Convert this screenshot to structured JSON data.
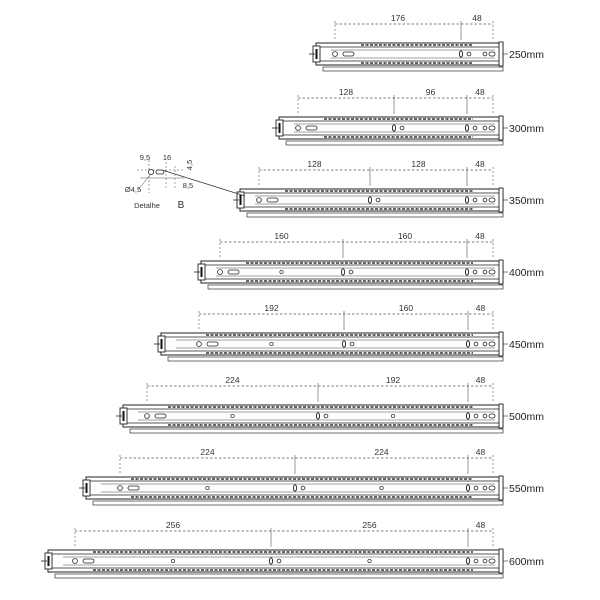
{
  "detail": {
    "label": "Detalhe",
    "letter": "B",
    "dims": [
      "9,5",
      "16",
      "4,5",
      "8,5",
      "Ø4,5"
    ]
  },
  "slides": [
    {
      "length_label": "250mm",
      "dims": [
        "176",
        "48"
      ]
    },
    {
      "length_label": "300mm",
      "dims": [
        "128",
        "96",
        "48"
      ]
    },
    {
      "length_label": "350mm",
      "dims": [
        "128",
        "128",
        "48"
      ]
    },
    {
      "length_label": "400mm",
      "dims": [
        "160",
        "160",
        "48"
      ]
    },
    {
      "length_label": "450mm",
      "dims": [
        "192",
        "160",
        "48"
      ]
    },
    {
      "length_label": "500mm",
      "dims": [
        "224",
        "192",
        "48"
      ]
    },
    {
      "length_label": "550mm",
      "dims": [
        "224",
        "224",
        "48"
      ]
    },
    {
      "length_label": "600mm",
      "dims": [
        "256",
        "256",
        "48"
      ]
    }
  ]
}
